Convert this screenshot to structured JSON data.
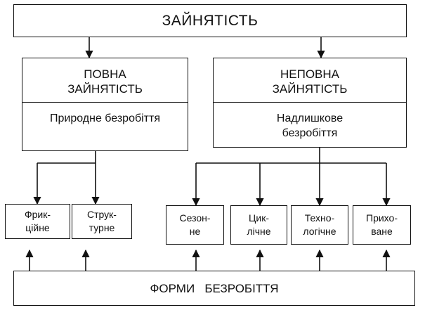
{
  "top": {
    "title": "ЗАЙНЯТІСТЬ"
  },
  "left_block": {
    "heading_line1": "ПОВНА",
    "heading_line2": "ЗАЙНЯТІСТЬ",
    "detail": "Природне безробіття"
  },
  "right_block": {
    "heading_line1": "НЕПОВНА",
    "heading_line2": "ЗАЙНЯТІСТЬ",
    "detail_line1": "Надлишкове",
    "detail_line2": "безробіття"
  },
  "forms": [
    {
      "line1": "Фрик-",
      "line2": "ційне"
    },
    {
      "line1": "Струк-",
      "line2": "турне"
    },
    {
      "line1": "Сезон-",
      "line2": "не"
    },
    {
      "line1": "Цик-",
      "line2": "лічне"
    },
    {
      "line1": "Техно-",
      "line2": "логічне"
    },
    {
      "line1": "Прихо-",
      "line2": "ване"
    }
  ],
  "bottom": {
    "title": "ФОРМИ   БЕЗРОБІТТЯ"
  }
}
